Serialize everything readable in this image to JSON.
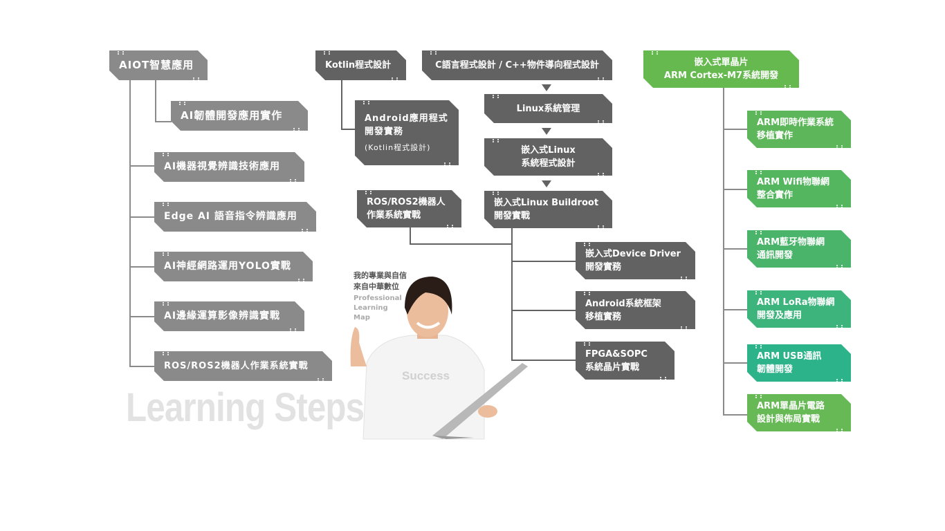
{
  "left": {
    "root": "AIOT智慧應用",
    "items": [
      "AI韌體開發應用實作",
      "AI機器視覺辨識技術應用",
      "Edge AI 語音指令辨識應用",
      "AI神經網路運用YOLO實戰",
      "AI邊緣運算影像辨識實戰",
      "ROS/ROS2機器人作業系統實戰"
    ],
    "watermark": "Learning Steps"
  },
  "middle": {
    "kotlin": "Kotlin程式設計",
    "android_app": [
      "Android應用程式",
      "開發實務",
      "(Kotlin程式設計)"
    ],
    "c_lang": "C語言程式設計 / C++物件導向程式設計",
    "linux_admin": "Linux系統管理",
    "embedded_linux": [
      "嵌入式Linux",
      "系統程式設計"
    ],
    "buildroot": [
      "嵌入式Linux Buildroot",
      "開發實戰"
    ],
    "ros": [
      "ROS/ROS2機器人",
      "作業系統實戰"
    ],
    "device_driver": [
      "嵌入式Device Driver",
      "開發實務"
    ],
    "android_fw": [
      "Android系統框架",
      "移植實務"
    ],
    "fpga": [
      "FPGA&SOPC",
      "系統晶片實戰"
    ]
  },
  "right": {
    "root": [
      "嵌入式單晶片",
      "ARM Cortex-M7系統開發"
    ],
    "items": [
      [
        "ARM即時作業系統",
        "移植實作"
      ],
      [
        "ARM Wifi物聯網",
        "整合實作"
      ],
      [
        "ARM藍牙物聯網",
        "通訊開發"
      ],
      [
        "ARM LoRa物聯網",
        "開發及應用"
      ],
      [
        "ARM USB通訊",
        "韌體開發"
      ],
      [
        "ARM單晶片電路",
        "設計與佈局實戰"
      ]
    ],
    "colors": [
      "#5db75a",
      "#55b660",
      "#4bb46b",
      "#3cb47c",
      "#2db38a",
      "#66b954"
    ]
  },
  "promo": {
    "slogan": [
      "我的專業與自信",
      "來自中華數位"
    ],
    "subtitle": [
      "Professional",
      "Learning",
      "Map"
    ],
    "shirt_text": "Success"
  }
}
